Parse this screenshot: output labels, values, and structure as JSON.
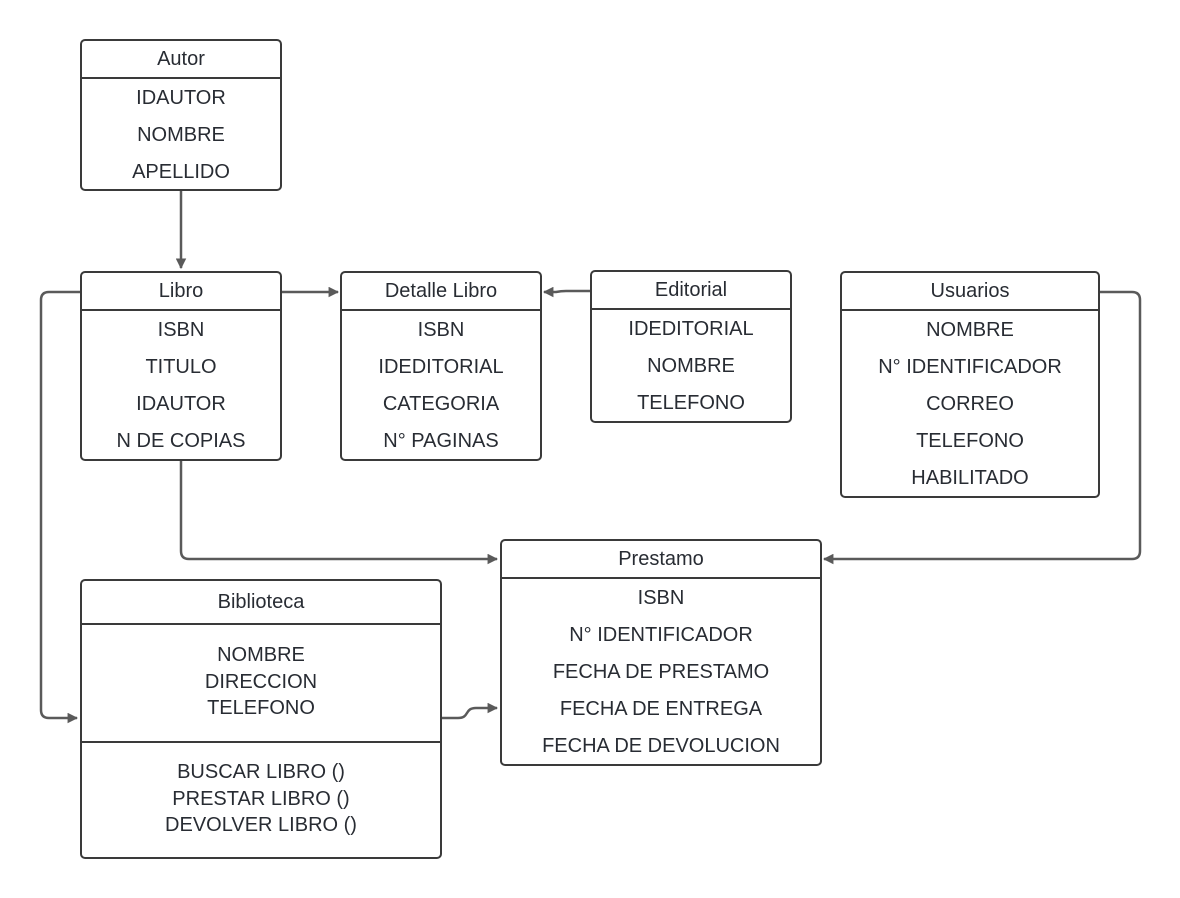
{
  "entities": {
    "autor": {
      "title": "Autor",
      "attributes": [
        "IDAUTOR",
        "NOMBRE",
        "APELLIDO"
      ]
    },
    "libro": {
      "title": "Libro",
      "attributes": [
        "ISBN",
        "TITULO",
        "IDAUTOR",
        "N DE COPIAS"
      ]
    },
    "detalle_libro": {
      "title": "Detalle Libro",
      "attributes": [
        "ISBN",
        "IDEDITORIAL",
        "CATEGORIA",
        "N° PAGINAS"
      ]
    },
    "editorial": {
      "title": "Editorial",
      "attributes": [
        "IDEDITORIAL",
        "NOMBRE",
        "TELEFONO"
      ]
    },
    "usuarios": {
      "title": "Usuarios",
      "attributes": [
        "NOMBRE",
        "N° IDENTIFICADOR",
        "CORREO",
        "TELEFONO",
        "HABILITADO"
      ]
    },
    "prestamo": {
      "title": "Prestamo",
      "attributes": [
        "ISBN",
        "N° IDENTIFICADOR",
        "FECHA DE PRESTAMO",
        "FECHA DE ENTREGA",
        "FECHA DE DEVOLUCION"
      ]
    },
    "biblioteca": {
      "title": "Biblioteca",
      "attributes": [
        "NOMBRE",
        "DIRECCION",
        "TELEFONO"
      ],
      "methods": [
        "BUSCAR LIBRO ()",
        "PRESTAR LIBRO ()",
        "DEVOLVER LIBRO ()"
      ]
    }
  },
  "relationships": [
    {
      "from": "Autor",
      "to": "Libro"
    },
    {
      "from": "Libro",
      "to": "Detalle Libro"
    },
    {
      "from": "Editorial",
      "to": "Detalle Libro"
    },
    {
      "from": "Libro",
      "to": "Prestamo"
    },
    {
      "from": "Usuarios",
      "to": "Prestamo"
    },
    {
      "from": "Libro",
      "to": "Biblioteca"
    },
    {
      "from": "Biblioteca",
      "to": "Prestamo"
    }
  ],
  "colors": {
    "border": "#3a3a3a",
    "connector": "#5a5a5a",
    "text": "#282c33",
    "background": "#ffffff"
  }
}
